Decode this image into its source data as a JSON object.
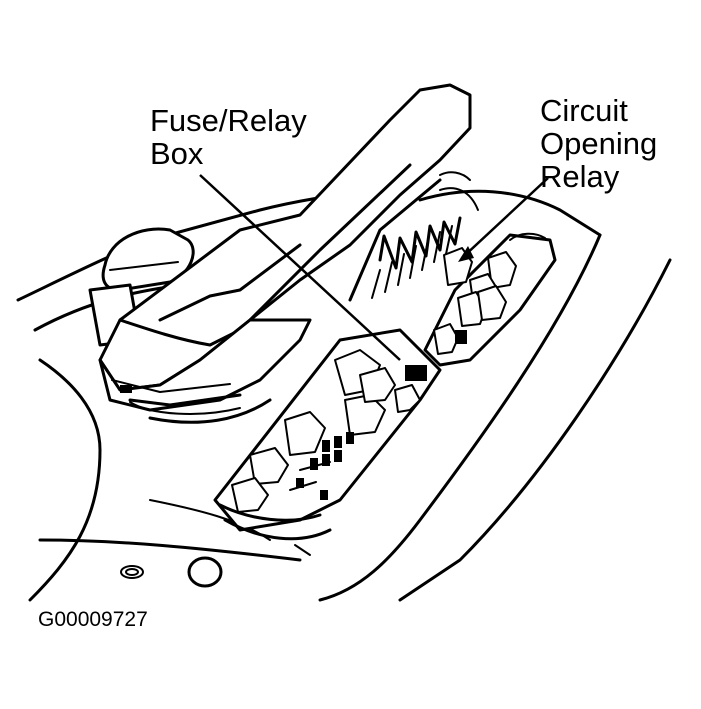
{
  "diagram": {
    "callouts": [
      {
        "id": "fuse-relay-box",
        "lines": [
          "Fuse/Relay",
          "Box"
        ]
      },
      {
        "id": "circuit-opening-relay",
        "lines": [
          "Circuit",
          "Opening",
          "Relay"
        ]
      }
    ],
    "figure_id": "G00009727",
    "colors": {
      "ink": "#000000",
      "paper": "#ffffff"
    }
  }
}
